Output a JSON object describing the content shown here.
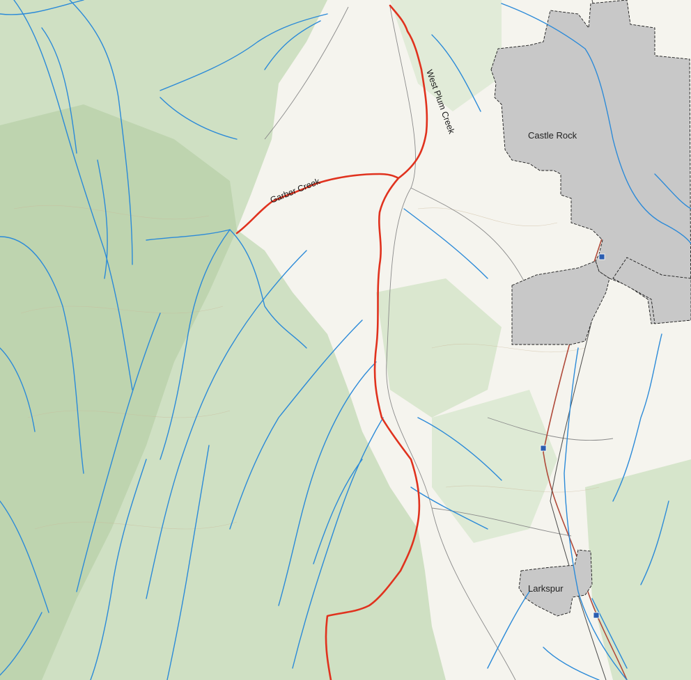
{
  "map": {
    "towns": [
      {
        "name": "Castle Rock"
      },
      {
        "name": "Larkspur"
      }
    ],
    "creeks_highlighted": [
      {
        "name": "Garber Creek"
      },
      {
        "name": "West Plum Creek"
      }
    ],
    "colors": {
      "background": "#f5f4ee",
      "terrain_green": "#cfe0c3",
      "terrain_green_dark": "#b9d1aa",
      "stream_blue": "#2b8ad8",
      "highlight_red": "#e0321e",
      "town_fill": "#c8c8c8",
      "town_outline": "#1a1a1a",
      "road_red": "#b04a3a",
      "road_grey": "#8a8a8a"
    }
  }
}
